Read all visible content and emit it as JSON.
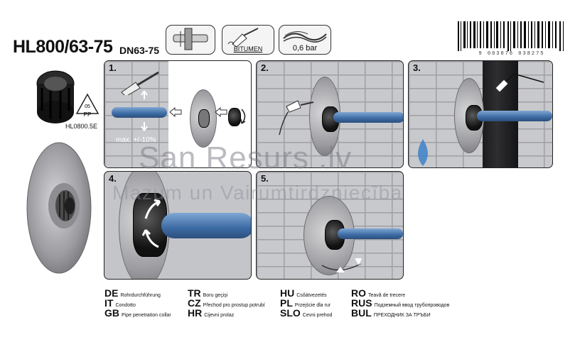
{
  "header": {
    "model": "HL800/63-75",
    "size": "DN63-75",
    "pictograms": [
      {
        "name": "pipe-through-wall",
        "label": ""
      },
      {
        "name": "bitumen",
        "label": "BITUMEN"
      },
      {
        "name": "pressure",
        "label": "0,6 bar"
      }
    ],
    "barcode_digits": "9 003076 038275"
  },
  "product": {
    "recycle_code": "05",
    "recycle_material": "PP",
    "sealing_ring_code": "HL0800.5E"
  },
  "steps": [
    {
      "number": "1.",
      "tolerance_label": "max. +/-10%"
    },
    {
      "number": "2."
    },
    {
      "number": "3."
    },
    {
      "number": "4."
    },
    {
      "number": "5."
    }
  ],
  "watermark": {
    "line1": "San Resurs .lv",
    "line2": "Mazum un Vairumtirdzniecība"
  },
  "languages": [
    {
      "code": "DE",
      "text": "Rohrdurchführung"
    },
    {
      "code": "IT",
      "text": "Condotto"
    },
    {
      "code": "GB",
      "text": "Pipe penetration collar"
    },
    {
      "code": "TR",
      "text": "Boru geçişi"
    },
    {
      "code": "CZ",
      "text": "Přechod pro prostup potrubí"
    },
    {
      "code": "HR",
      "text": "Cijevni prolaz"
    },
    {
      "code": "HU",
      "text": "Csőátvezetés"
    },
    {
      "code": "PL",
      "text": "Przejście dla rur"
    },
    {
      "code": "SLO",
      "text": "Cevni prehod"
    },
    {
      "code": "RO",
      "text": "Teavă de trecere"
    },
    {
      "code": "RUS",
      "text": "Подземный ввод трубопроводов"
    },
    {
      "code": "BUL",
      "text": "ПРЕХОДНИК ЗА ТРЪБИ"
    }
  ],
  "colors": {
    "pipe_blue": "#3c6aa3",
    "wall_grey": "#c8c9cc",
    "panel_border": "#222222"
  }
}
